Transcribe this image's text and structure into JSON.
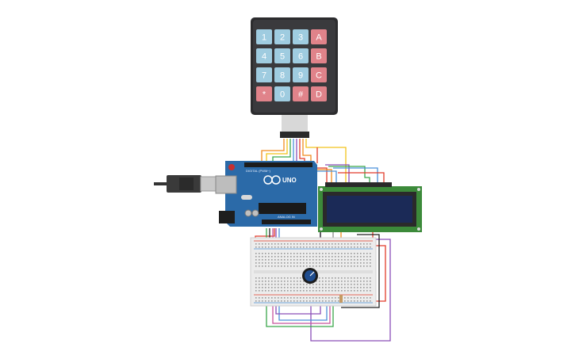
{
  "keypad": {
    "rows": [
      [
        {
          "label": "1",
          "kind": "num"
        },
        {
          "label": "2",
          "kind": "num"
        },
        {
          "label": "3",
          "kind": "num"
        },
        {
          "label": "A",
          "kind": "letter"
        }
      ],
      [
        {
          "label": "4",
          "kind": "num"
        },
        {
          "label": "5",
          "kind": "num"
        },
        {
          "label": "6",
          "kind": "num"
        },
        {
          "label": "B",
          "kind": "letter"
        }
      ],
      [
        {
          "label": "7",
          "kind": "num"
        },
        {
          "label": "8",
          "kind": "num"
        },
        {
          "label": "9",
          "kind": "num"
        },
        {
          "label": "C",
          "kind": "letter"
        }
      ],
      [
        {
          "label": "*",
          "kind": "letter"
        },
        {
          "label": "0",
          "kind": "num"
        },
        {
          "label": "#",
          "kind": "letter"
        },
        {
          "label": "D",
          "kind": "letter"
        }
      ]
    ]
  },
  "arduino": {
    "model_label": "UNO",
    "board_color": "#2b6aa8"
  },
  "colors": {
    "key_num": "#9fcce0",
    "key_letter": "#e0838a",
    "keypad_body": "#2c2c2e",
    "lcd_pcb": "#3c8a3a",
    "lcd_screen": "#1b2a57",
    "breadboard": "#ececec",
    "pot_knob": "#1f4d8f",
    "wire_colors": [
      "#e23b2a",
      "#f08c1e",
      "#f2c21a",
      "#3aa64a",
      "#4a90d9",
      "#8a4fb8",
      "#222222",
      "#9a5a2a"
    ]
  }
}
